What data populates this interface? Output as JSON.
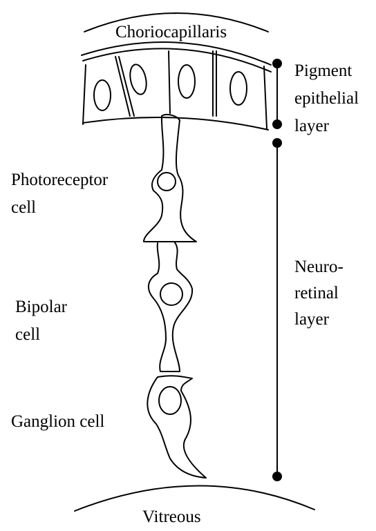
{
  "labels": {
    "top": "Choriocapillaris",
    "pigment": [
      "Pigment",
      "epithelial",
      "layer"
    ],
    "photoreceptor": [
      "Photoreceptor",
      "cell"
    ],
    "bipolar": [
      "Bipolar",
      "cell"
    ],
    "ganglion": "Ganglion cell",
    "neuro": [
      "Neuro-",
      "retinal",
      "layer"
    ],
    "bottom": "Vitreous"
  }
}
